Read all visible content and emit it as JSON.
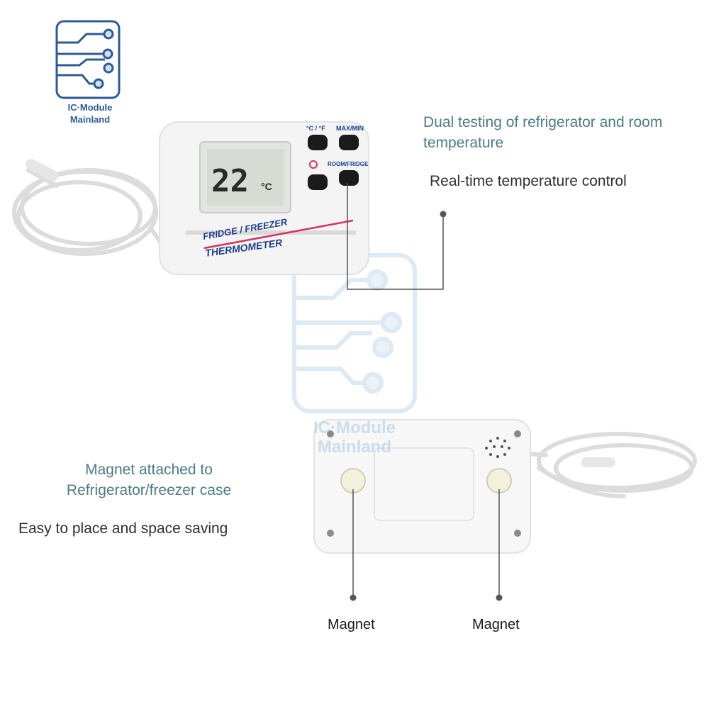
{
  "logo": {
    "line1": "IC·Module",
    "line2": "Mainland",
    "color": "#2e5b95"
  },
  "watermark": {
    "line1": "IC·Module",
    "line2": "Mainland",
    "color": "#b9d1e8"
  },
  "device_front": {
    "display_reading": "22",
    "display_unit": "°C",
    "label_unit_toggle": "°C / °F",
    "label_maxmin": "MAX/MIN",
    "label_roomfridge": "ROOM/FRIDGE",
    "label_line1": "FRIDGE / FREEZER",
    "label_line2": "THERMOMETER",
    "accent_color": "#d2345f",
    "brand_text_color": "#1e3d8c"
  },
  "feature_top": {
    "title_line1": "Dual testing of refrigerator and room",
    "title_line2": "temperature",
    "subtitle": "Real-time temperature control"
  },
  "feature_bottom": {
    "title_line1": "Magnet attached to",
    "title_line2": "Refrigerator/freezer case",
    "subtitle": "Easy to place and space saving"
  },
  "callouts": {
    "magnet_left": "Magnet",
    "magnet_right": "Magnet"
  },
  "colors": {
    "title": "#4d7b82",
    "body_text": "#2f2f2f",
    "leader_line": "#555555"
  }
}
